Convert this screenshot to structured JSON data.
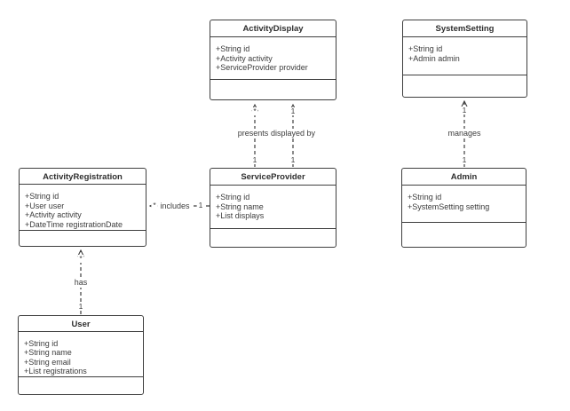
{
  "diagram_type": "uml-class-diagram",
  "colors": {
    "line": "#3e3e3e",
    "text": "#3c3c3c",
    "background": "#ffffff"
  },
  "classes": [
    {
      "name": "ActivityDisplay",
      "attributes": [
        "+String id",
        "+Activity activity",
        "+ServiceProvider provider"
      ],
      "methods": []
    },
    {
      "name": "SystemSetting",
      "attributes": [
        "+String id",
        "+Admin admin"
      ],
      "methods": []
    },
    {
      "name": "ActivityRegistration",
      "attributes": [
        "+String id",
        "+User user",
        "+Activity activity",
        "+DateTime registrationDate"
      ],
      "methods": []
    },
    {
      "name": "ServiceProvider",
      "attributes": [
        "+String id",
        "+String name",
        "+List displays"
      ],
      "methods": []
    },
    {
      "name": "Admin",
      "attributes": [
        "+String id",
        "+SystemSetting setting"
      ],
      "methods": []
    },
    {
      "name": "User",
      "attributes": [
        "+String id",
        "+String name",
        "+String email",
        "+List registrations"
      ],
      "methods": []
    }
  ],
  "relations": [
    {
      "label": "presents",
      "from": "ServiceProvider",
      "to": "ActivityDisplay",
      "from_mult": "1",
      "to_mult": "*"
    },
    {
      "label": "displayed by",
      "from": "ServiceProvider",
      "to": "ActivityDisplay",
      "from_mult": "1",
      "to_mult": "1"
    },
    {
      "label": "manages",
      "from": "Admin",
      "to": "SystemSetting",
      "from_mult": "1",
      "to_mult": "1"
    },
    {
      "label": "includes",
      "from": "ServiceProvider",
      "to": "ActivityRegistration",
      "from_mult": "1",
      "to_mult": "*"
    },
    {
      "label": "has",
      "from": "User",
      "to": "ActivityRegistration",
      "from_mult": "1",
      "to_mult": "*"
    }
  ]
}
